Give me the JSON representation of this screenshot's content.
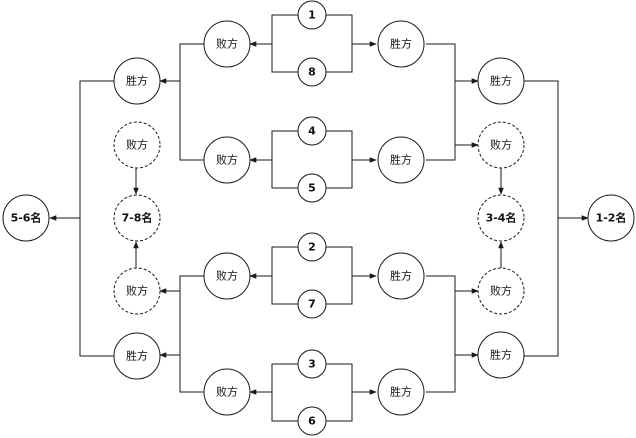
{
  "labels": {
    "winner": "胜方",
    "loser": "败方",
    "place_1_2": "1-2名",
    "place_3_4": "3-4名",
    "place_5_6": "5-6名",
    "place_7_8": "7-8名"
  },
  "seeds": {
    "s1": "1",
    "s8": "8",
    "s4": "4",
    "s5": "5",
    "s2": "2",
    "s7": "7",
    "s3": "3",
    "s6": "6"
  },
  "colors": {
    "stroke": "#1a1a1a",
    "background": "#ffffff"
  }
}
